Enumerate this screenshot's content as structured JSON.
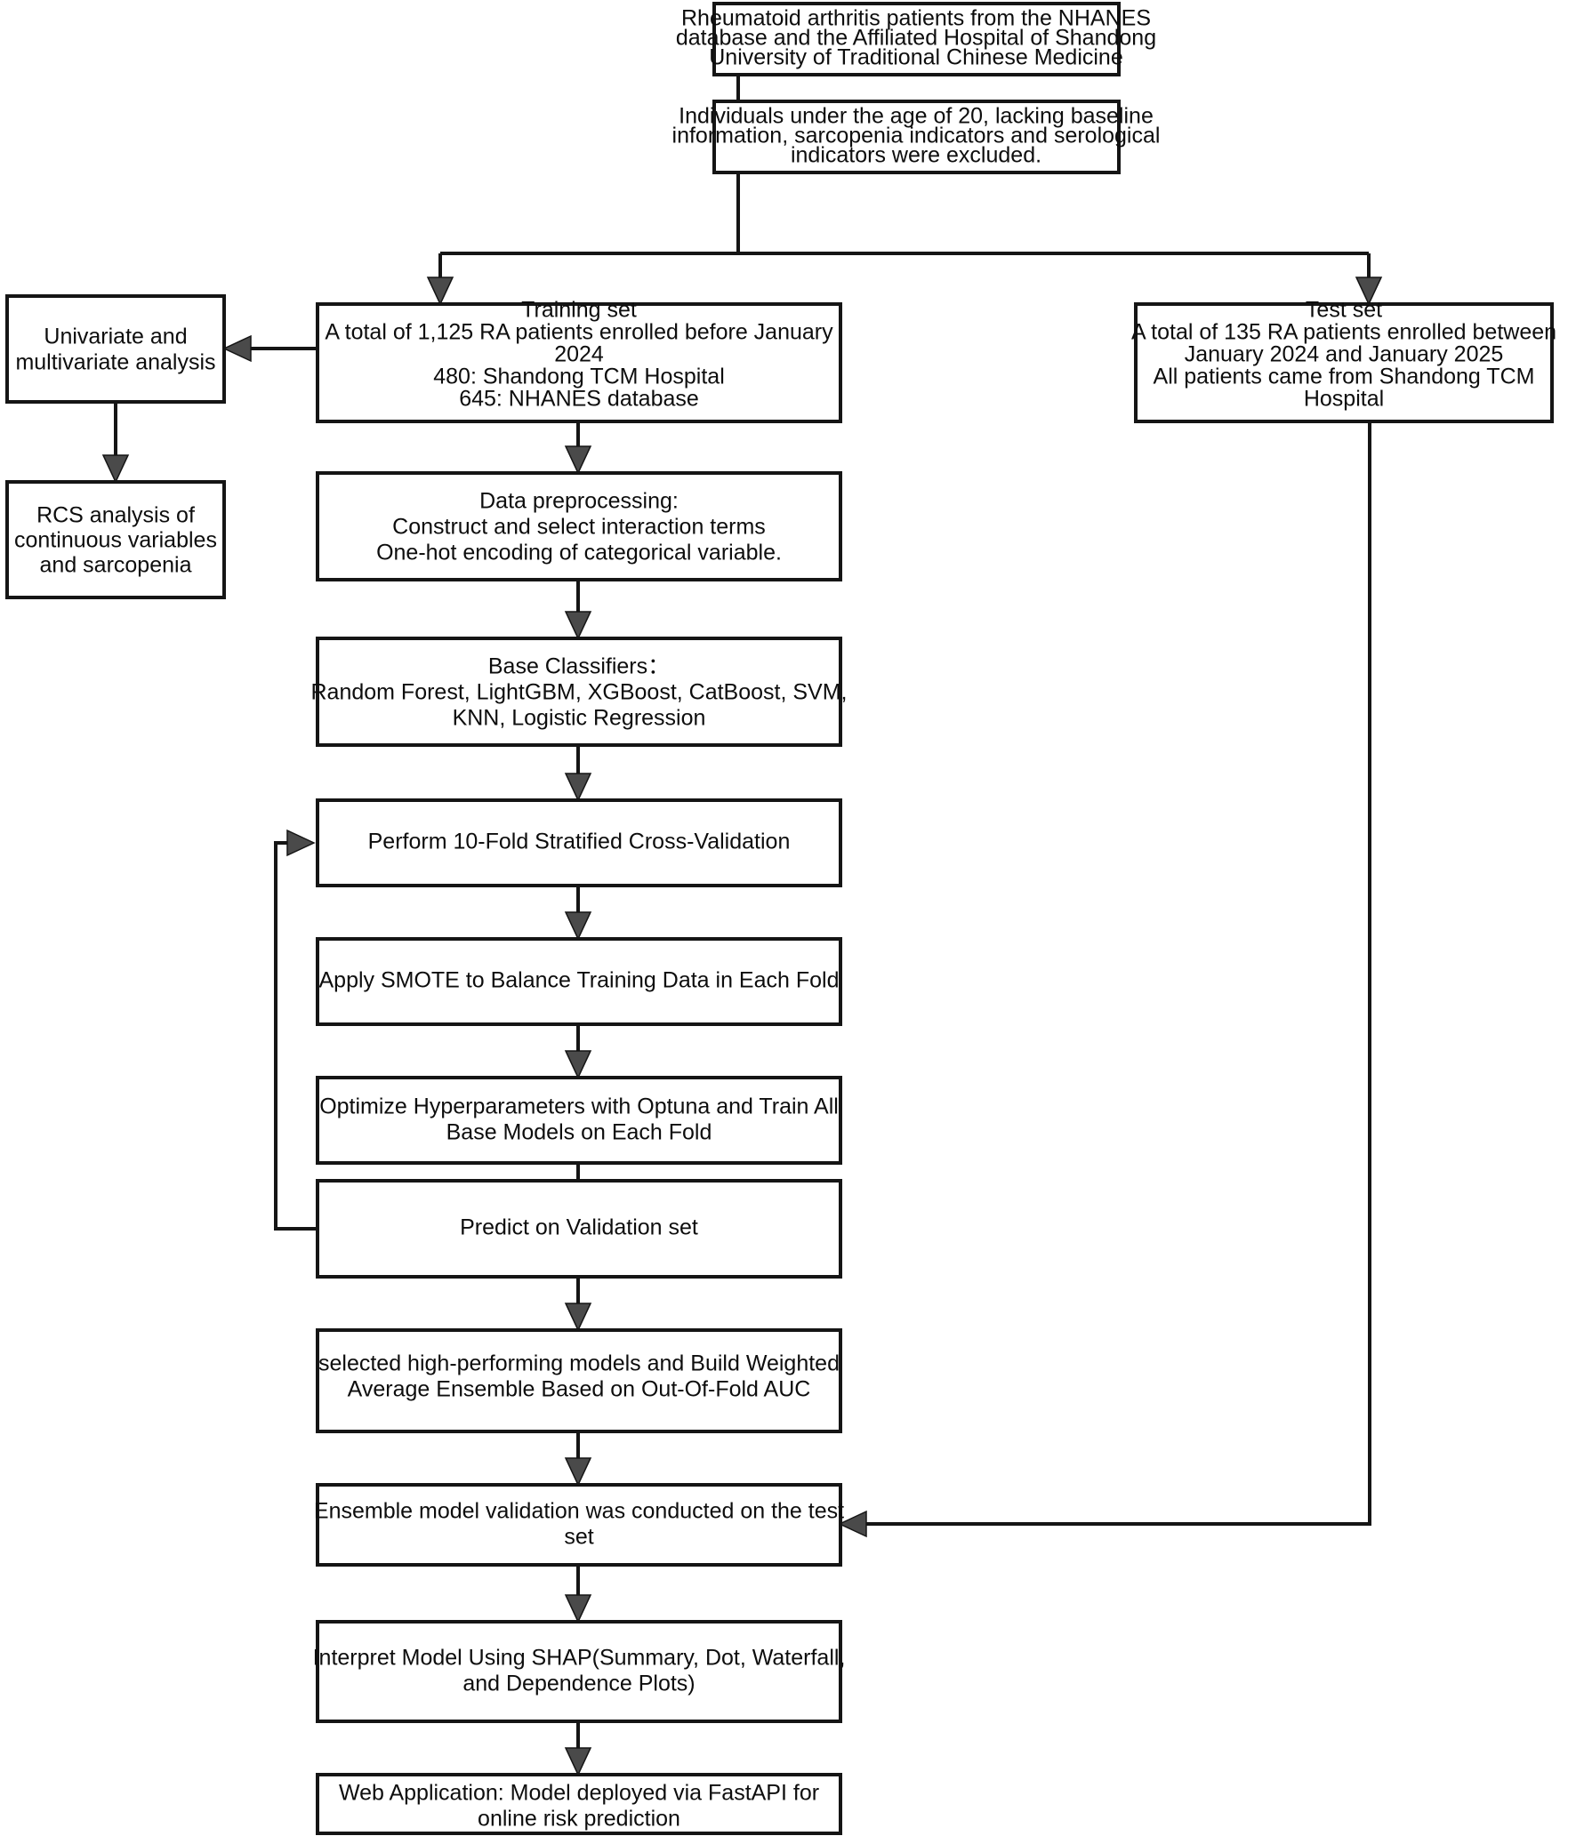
{
  "diagram": {
    "title": "Study workflow flowchart for RA sarcopenia risk prediction model",
    "background_color": "#ffffff",
    "line_color": "#151515",
    "arrow_fill": "#4a4a4a"
  },
  "nodes": {
    "source": {
      "id": "source",
      "lines": [
        "Rheumatoid arthritis patients from the NHANES",
        "database and the Affiliated Hospital of Shandong",
        "University of Traditional Chinese Medicine"
      ]
    },
    "exclusion": {
      "id": "exclusion",
      "lines": [
        "Individuals under the age of 20, lacking baseline",
        "information, sarcopenia indicators and serological",
        "indicators were excluded."
      ]
    },
    "training_set": {
      "id": "training-set",
      "lines": [
        "Training set",
        "A total of 1,125 RA patients enrolled before January",
        "2024",
        "480: Shandong TCM Hospital",
        "645: NHANES database"
      ]
    },
    "test_set": {
      "id": "test-set",
      "lines": [
        "Test set",
        "A total of 135 RA patients enrolled between",
        "January 2024 and January 2025",
        "All patients came from Shandong TCM",
        "Hospital"
      ]
    },
    "univariate": {
      "id": "univariate-analysis",
      "lines": [
        "Univariate and",
        "multivariate analysis"
      ]
    },
    "rcs": {
      "id": "rcs-analysis",
      "lines": [
        "RCS analysis of",
        "continuous variables",
        "and sarcopenia"
      ]
    },
    "preprocessing": {
      "id": "data-preprocessing",
      "lines": [
        "Data preprocessing:",
        "Construct and select interaction terms",
        "One-hot encoding of categorical variable."
      ]
    },
    "base_classifiers": {
      "id": "base-classifiers",
      "lines": [
        "Base Classifiers：",
        "Random Forest, LightGBM, XGBoost, CatBoost, SVM,",
        "KNN, Logistic Regression"
      ]
    },
    "cross_validation": {
      "id": "cross-validation",
      "lines": [
        "Perform 10-Fold Stratified Cross-Validation"
      ]
    },
    "smote": {
      "id": "smote",
      "lines": [
        "Apply SMOTE to Balance Training Data in Each Fold"
      ]
    },
    "optuna": {
      "id": "optimize-hyperparameters",
      "lines": [
        "Optimize Hyperparameters with Optuna and Train All",
        "Base Models on Each Fold"
      ]
    },
    "predict_validation": {
      "id": "predict-validation",
      "lines": [
        "Predict on Validation set"
      ]
    },
    "ensemble_build": {
      "id": "build-ensemble",
      "lines": [
        "selected high-performing models and Build Weighted",
        "Average Ensemble Based on Out-Of-Fold AUC"
      ]
    },
    "ensemble_validation": {
      "id": "ensemble-validation",
      "lines": [
        "Ensemble model validation was conducted on the test",
        "set"
      ]
    },
    "shap": {
      "id": "shap-interpretation",
      "lines": [
        "Interpret Model Using SHAP(Summary, Dot, Waterfall,",
        "and Dependence Plots)"
      ]
    },
    "web_app": {
      "id": "web-application",
      "lines": [
        "Web Application: Model deployed via FastAPI for",
        "online risk prediction"
      ]
    }
  },
  "chart_data": {
    "type": "diagram",
    "title": "Study workflow flowchart",
    "node_order": [
      "source",
      "exclusion",
      "training_set",
      "test_set",
      "univariate",
      "rcs",
      "preprocessing",
      "base_classifiers",
      "cross_validation",
      "smote",
      "optuna",
      "predict_validation",
      "ensemble_build",
      "ensemble_validation",
      "shap",
      "web_app"
    ],
    "edges": [
      {
        "from": "source",
        "to": "exclusion",
        "style": "arrow-down"
      },
      {
        "from": "exclusion",
        "to": "training_set",
        "style": "split-left"
      },
      {
        "from": "exclusion",
        "to": "test_set",
        "style": "split-right"
      },
      {
        "from": "training_set",
        "to": "univariate",
        "style": "arrow-left"
      },
      {
        "from": "univariate",
        "to": "rcs",
        "style": "arrow-down"
      },
      {
        "from": "training_set",
        "to": "preprocessing",
        "style": "arrow-down"
      },
      {
        "from": "preprocessing",
        "to": "base_classifiers",
        "style": "arrow-down"
      },
      {
        "from": "base_classifiers",
        "to": "cross_validation",
        "style": "arrow-down"
      },
      {
        "from": "cross_validation",
        "to": "smote",
        "style": "arrow-down"
      },
      {
        "from": "smote",
        "to": "optuna",
        "style": "arrow-down"
      },
      {
        "from": "optuna",
        "to": "predict_validation",
        "style": "arrow-down"
      },
      {
        "from": "predict_validation",
        "to": "cross_validation",
        "style": "loop-back-left"
      },
      {
        "from": "predict_validation",
        "to": "ensemble_build",
        "style": "arrow-down"
      },
      {
        "from": "ensemble_build",
        "to": "ensemble_validation",
        "style": "arrow-down"
      },
      {
        "from": "test_set",
        "to": "ensemble_validation",
        "style": "right-rail-arrow-left"
      },
      {
        "from": "ensemble_validation",
        "to": "shap",
        "style": "arrow-down"
      },
      {
        "from": "shap",
        "to": "web_app",
        "style": "arrow-down"
      }
    ]
  }
}
